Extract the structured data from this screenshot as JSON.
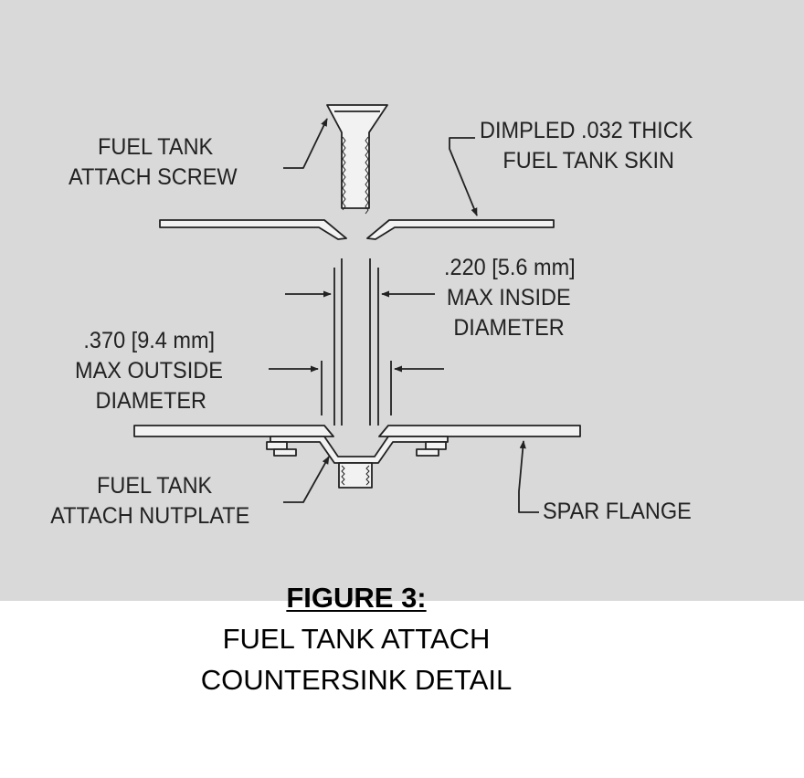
{
  "labels": {
    "screw": [
      "FUEL TANK",
      "ATTACH SCREW"
    ],
    "skin": [
      "DIMPLED .032 THICK",
      "FUEL TANK SKIN"
    ],
    "inside": [
      ".220 [5.6 mm]",
      "MAX INSIDE",
      "DIAMETER"
    ],
    "outside": [
      ".370 [9.4 mm]",
      "MAX OUTSIDE",
      "DIAMETER"
    ],
    "nutplate": [
      "FUEL TANK",
      "ATTACH NUTPLATE"
    ],
    "spar": "SPAR FLANGE"
  },
  "caption": {
    "title": "FIGURE 3:",
    "line1": "FUEL TANK ATTACH",
    "line2": "COUNTERSINK DETAIL"
  }
}
